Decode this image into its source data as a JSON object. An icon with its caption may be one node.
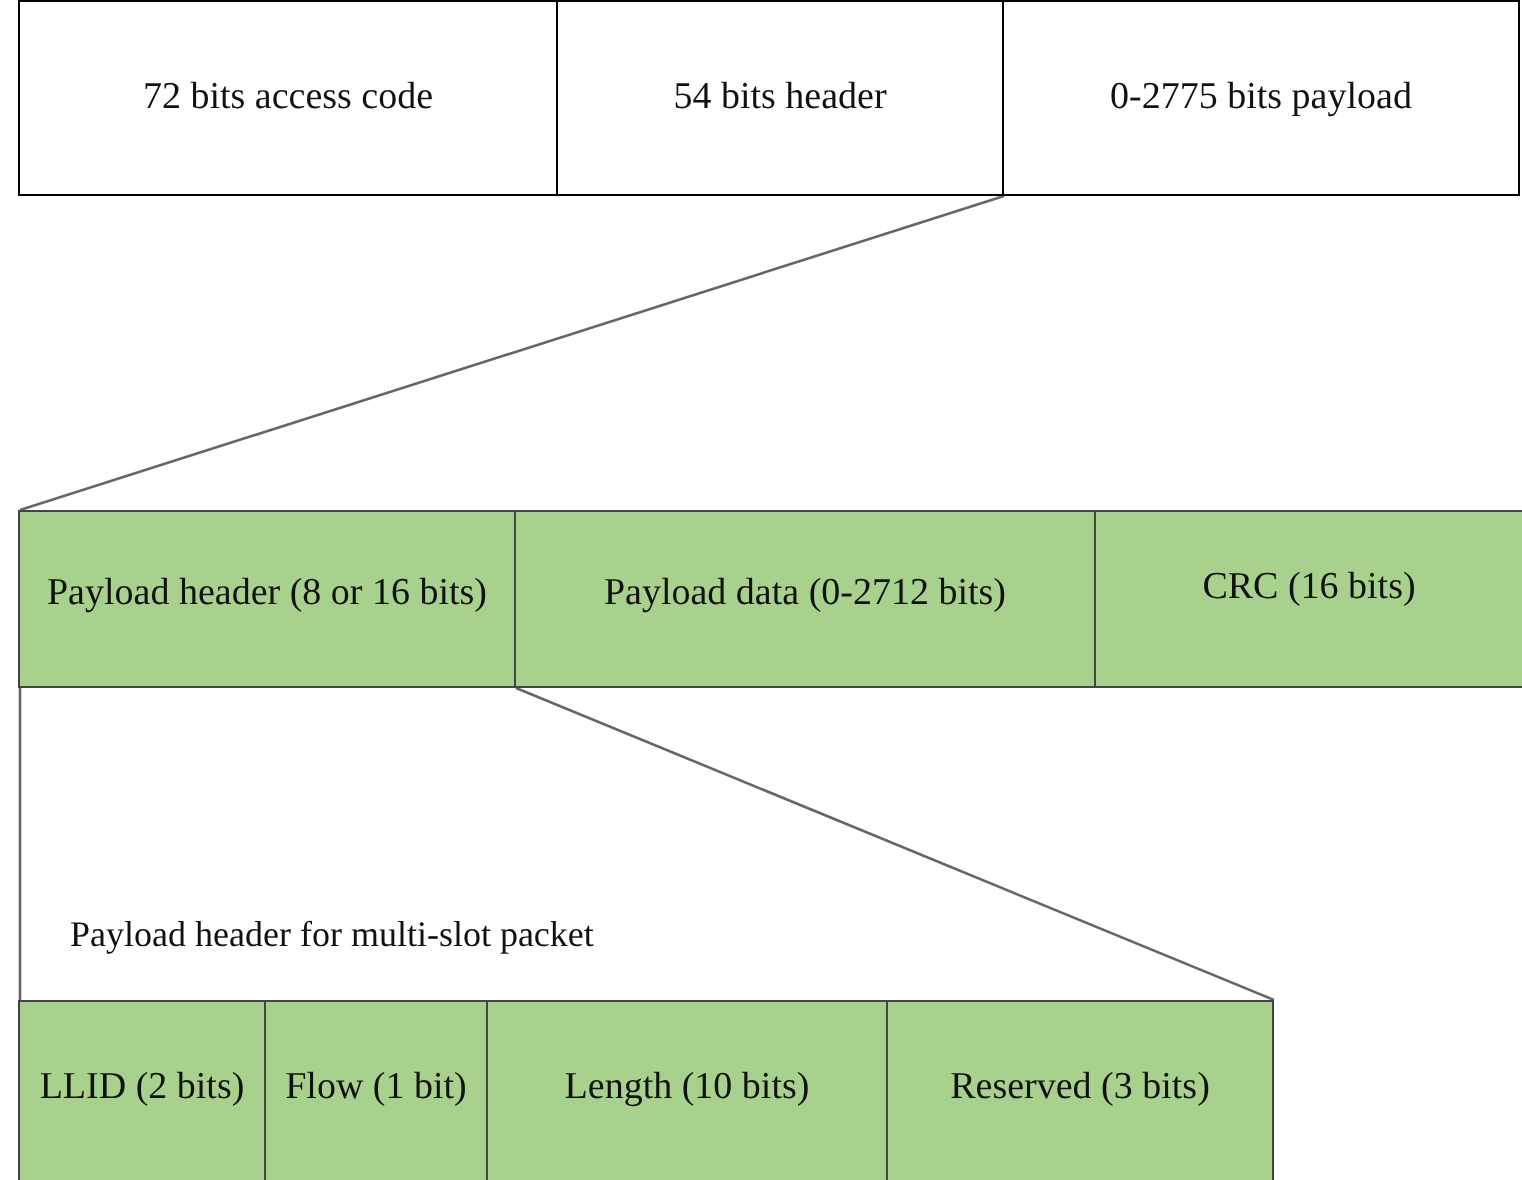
{
  "diagram": {
    "nodes": [
      {
        "text": [
          "72 bits access code"
        ]
      },
      {
        "text": [
          "54 bits header"
        ]
      },
      {
        "text": [
          "0-2775 bits payload"
        ]
      },
      {
        "text": [
          "Payload header (8 or 16 bits)"
        ]
      },
      {
        "text": [
          "Payload data (0-2712 bits)"
        ]
      },
      {
        "text": [
          "CRC (16 bits)"
        ]
      },
      {
        "text": [
          "LLID (2 bits)"
        ]
      },
      {
        "text": [
          "Flow (1 bit)"
        ]
      },
      {
        "text": [
          "Length (10 bits)"
        ]
      },
      {
        "text": [
          "Reserved (3 bits)"
        ]
      }
    ],
    "edges": [
      {
        "from": 2,
        "to": 3,
        "arrow": "none"
      },
      {
        "from": 3,
        "to": 6,
        "arrow": "none"
      },
      {
        "from": 3,
        "to": 9,
        "arrow": "none"
      }
    ],
    "labels": [
      "Payload header for multi-slot packet"
    ]
  }
}
